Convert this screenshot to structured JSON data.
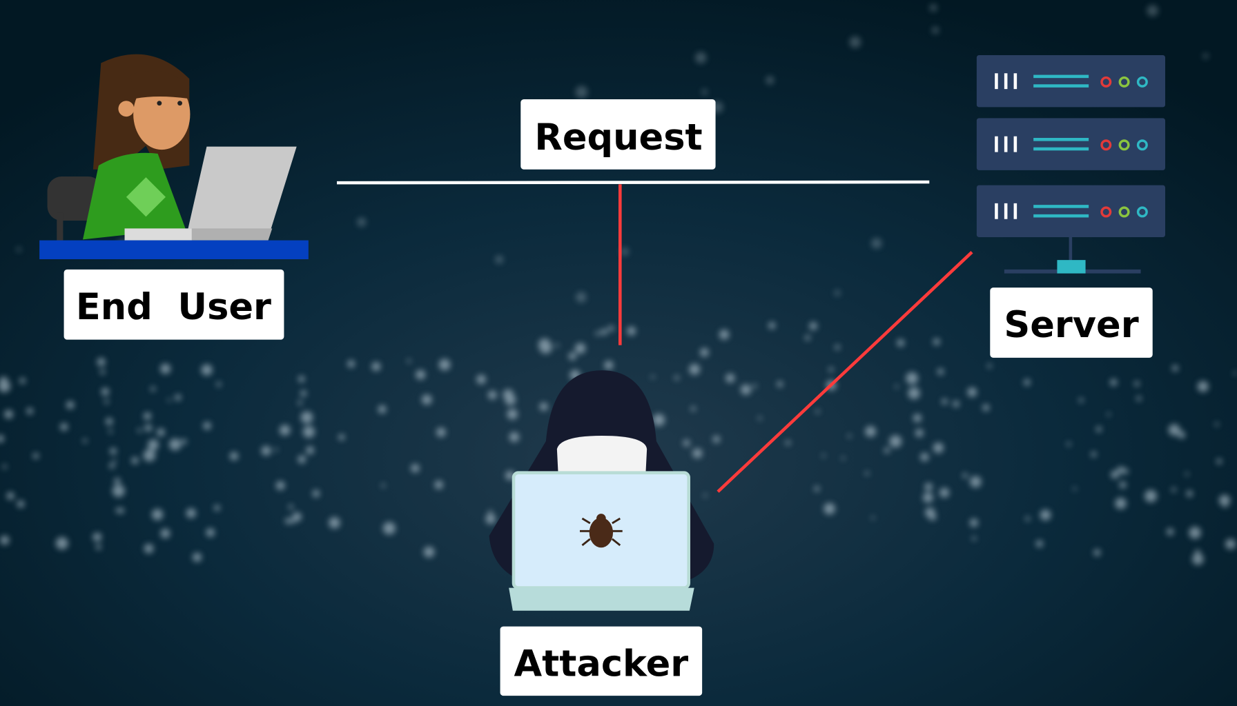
{
  "labels": {
    "request": "Request",
    "end_user": "End  User",
    "server": "Server",
    "attacker": "Attacker"
  },
  "icons": [
    "woman-with-laptop-icon",
    "server-rack-icon",
    "hooded-hacker-icon",
    "bug-icon"
  ],
  "colors": {
    "background": "#031c2b",
    "request_line": "#ffffff",
    "attack_line": "#ff3b3b",
    "server_panel": "#2a3f62",
    "server_accent": "#2fb8c4",
    "desk": "#0440c0"
  }
}
